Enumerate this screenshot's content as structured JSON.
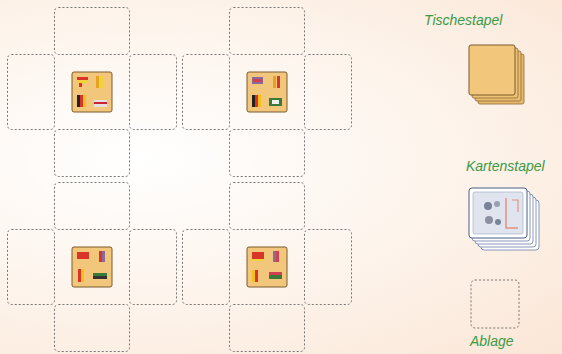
{
  "diagram": {
    "labels": [
      "Tischestapel",
      "Kartenstapel",
      "Ablage"
    ]
  }
}
